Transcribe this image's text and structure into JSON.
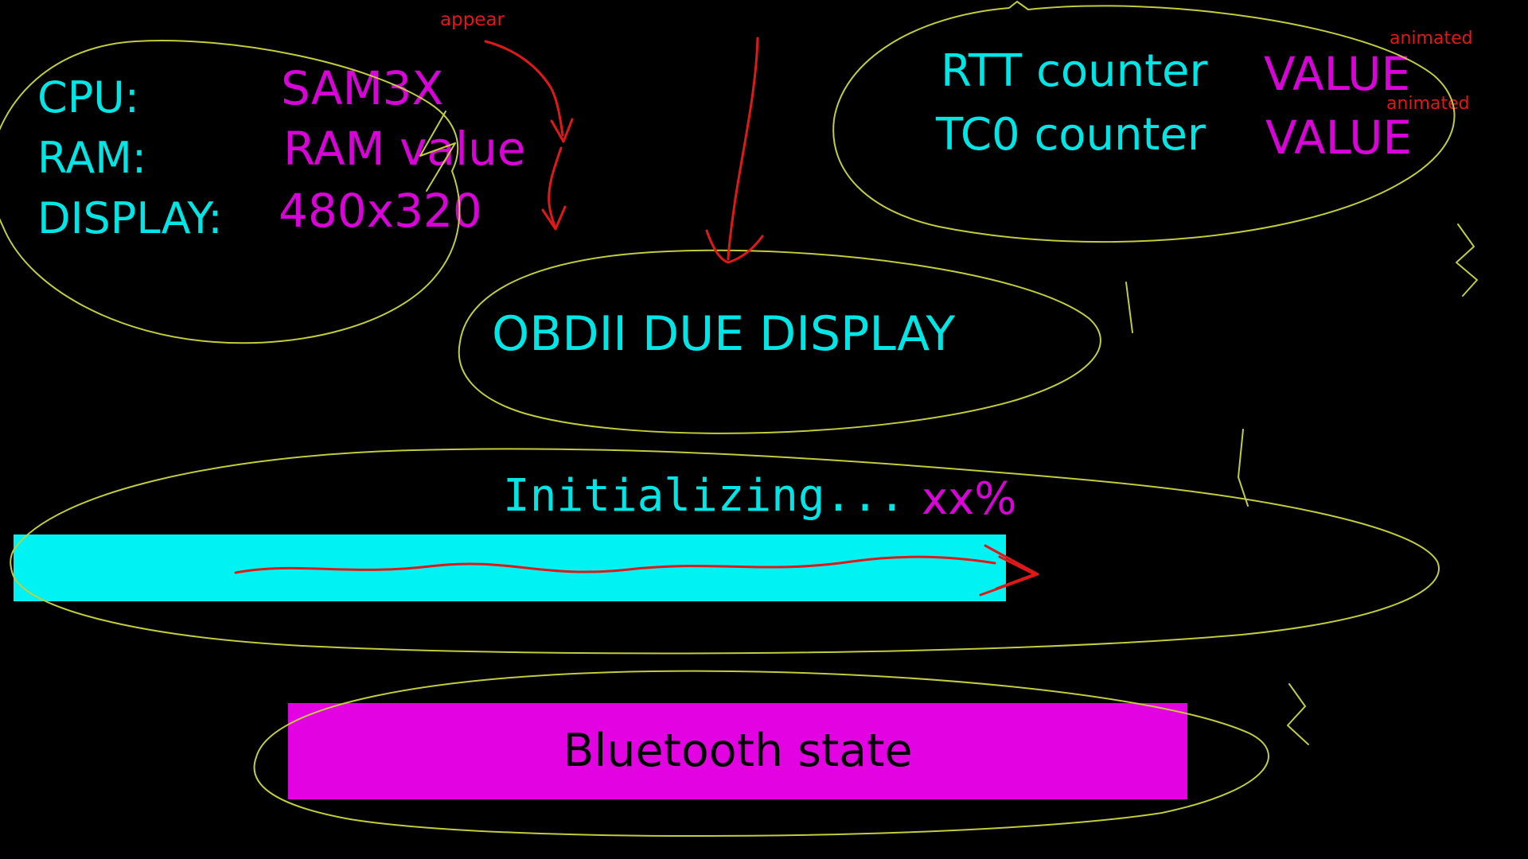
{
  "colors": {
    "background": "#000000",
    "cyan_text": "#00e6e6",
    "magenta_text": "#d902d9",
    "progress_bar": "#00f2f2",
    "bluetooth_bg": "#e202e2",
    "bluetooth_text": "#000000",
    "annotation_yellow": "#c2cc3c",
    "annotation_red": "#e01818"
  },
  "system_info": {
    "rows": [
      {
        "label": "CPU:",
        "value": "SAM3X"
      },
      {
        "label": "RAM:",
        "value": "RAM value"
      },
      {
        "label": "DISPLAY:",
        "value": "480x320"
      }
    ]
  },
  "counters": {
    "rows": [
      {
        "label": "RTT counter",
        "value": "VALUE",
        "note": "animated"
      },
      {
        "label": "TC0 counter",
        "value": "VALUE",
        "note": "animated"
      }
    ]
  },
  "title": {
    "text": "OBDII DUE DISPLAY"
  },
  "progress": {
    "label": "Initializing...",
    "percent": "xx%"
  },
  "bluetooth": {
    "label": "Bluetooth state"
  },
  "annotations": {
    "appear": "appear"
  }
}
